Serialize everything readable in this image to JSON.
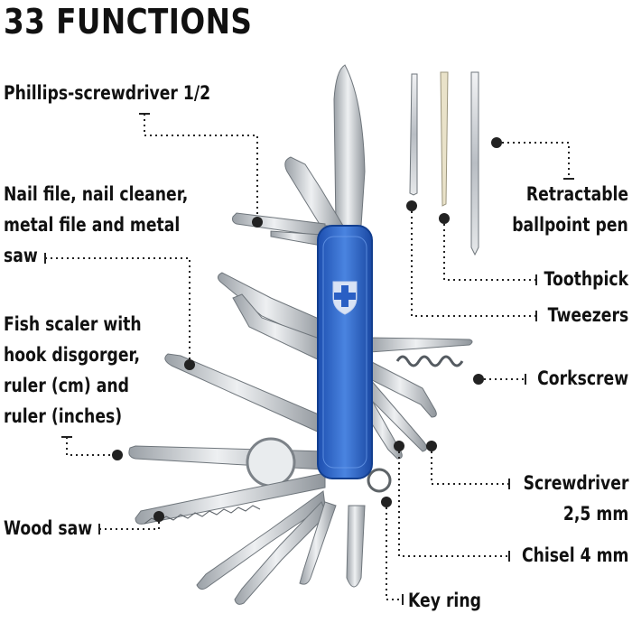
{
  "title": "33 FUNCTIONS",
  "labels": {
    "phillips": "Phillips-screwdriver 1/2",
    "nailfile": [
      "Nail file, nail cleaner,",
      "metal file and metal",
      "saw"
    ],
    "fishscaler": [
      "Fish scaler with",
      "hook disgorger,",
      "ruler (cm) and",
      "ruler (inches)"
    ],
    "woodsaw": "Wood saw",
    "pen": [
      "Retractable",
      "ballpoint pen"
    ],
    "toothpick": "Toothpick",
    "tweezers": "Tweezers",
    "corkscrew": "Corkscrew",
    "screwdriver": [
      "Screwdriver",
      "2,5 mm"
    ],
    "chisel": "Chisel 4 mm",
    "keyring": "Key ring"
  },
  "colors": {
    "handle": "#2a5fc4",
    "steel": "#c9ced3",
    "text": "#111111"
  }
}
